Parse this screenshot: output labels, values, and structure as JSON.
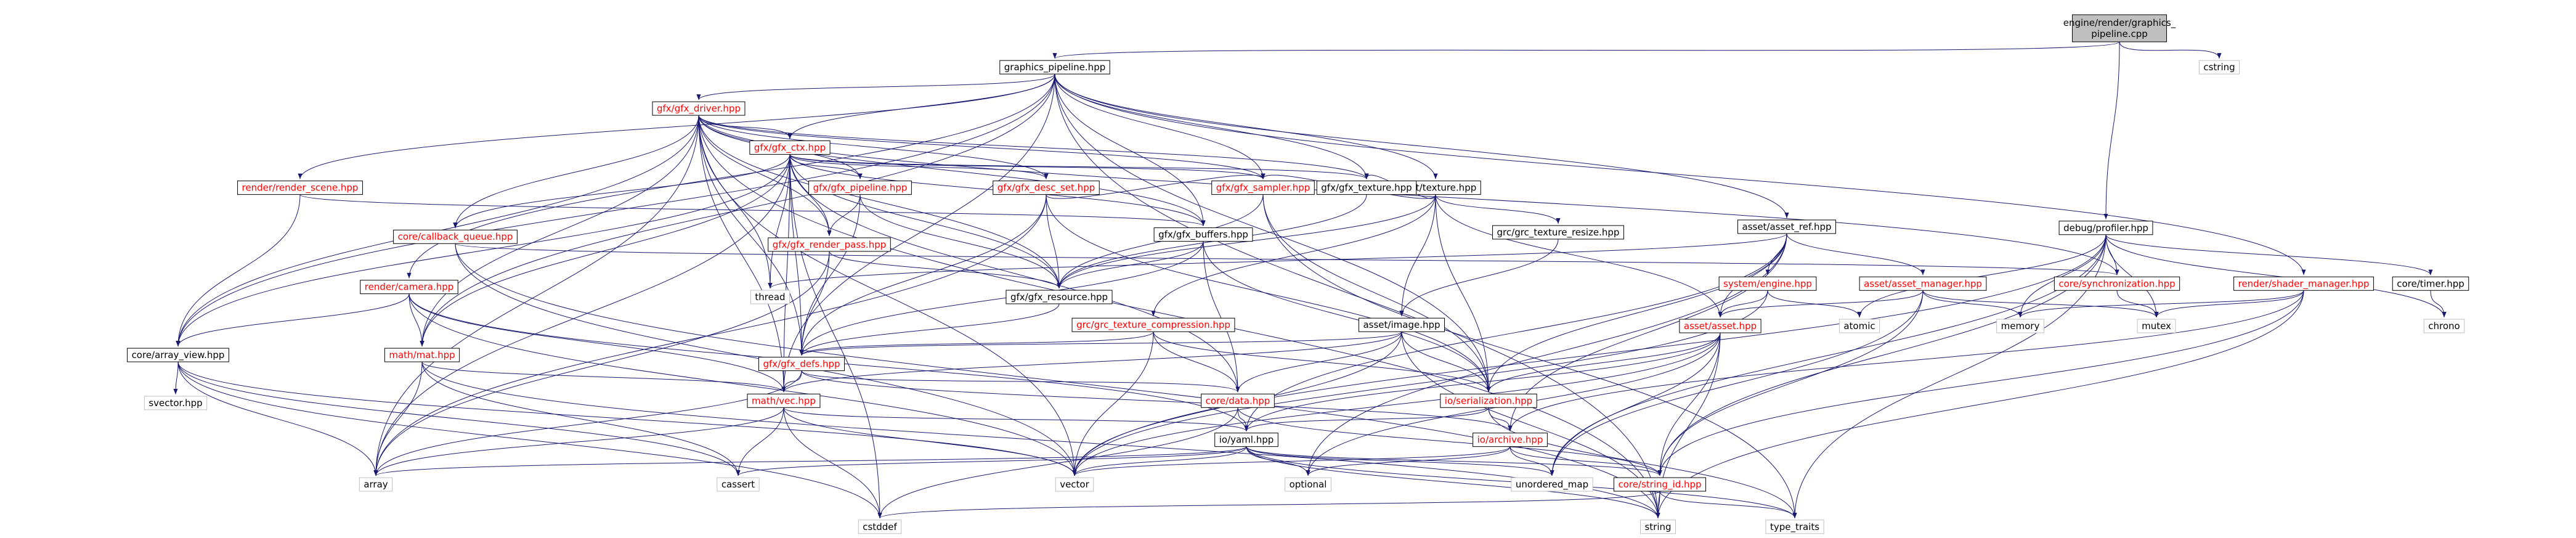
{
  "colors": {
    "edge": "#191970",
    "node_border": "#000000",
    "node_fill": "#ffffff",
    "root_fill": "#bfbfbf",
    "external_border": "#bfbfbf",
    "link_text": "#000000",
    "incomplete_text": "#ff0000"
  },
  "nodes": [
    {
      "id": "root",
      "label": "engine/render/graphics_pipeline.cpp",
      "kind": "root"
    },
    {
      "id": "graphics_pipeline",
      "label": "graphics_pipeline.hpp",
      "kind": "file"
    },
    {
      "id": "cstring",
      "label": "cstring",
      "kind": "external"
    },
    {
      "id": "profiler",
      "label": "debug/profiler.hpp",
      "kind": "file"
    },
    {
      "id": "gfx_driver",
      "label": "gfx/gfx_driver.hpp",
      "kind": "incomplete"
    },
    {
      "id": "gfx_ctx",
      "label": "gfx/gfx_ctx.hpp",
      "kind": "incomplete"
    },
    {
      "id": "render_scene",
      "label": "render/render_scene.hpp",
      "kind": "incomplete"
    },
    {
      "id": "gfx_pipeline",
      "label": "gfx/gfx_pipeline.hpp",
      "kind": "incomplete"
    },
    {
      "id": "gfx_desc_set",
      "label": "gfx/gfx_desc_set.hpp",
      "kind": "incomplete"
    },
    {
      "id": "asset_texture",
      "label": "asset/texture.hpp",
      "kind": "file"
    },
    {
      "id": "asset_ref",
      "label": "asset/asset_ref.hpp",
      "kind": "file"
    },
    {
      "id": "callback_queue",
      "label": "core/callback_queue.hpp",
      "kind": "incomplete"
    },
    {
      "id": "gfx_render_pass",
      "label": "gfx/gfx_render_pass.hpp",
      "kind": "incomplete"
    },
    {
      "id": "gfx_buffers",
      "label": "gfx/gfx_buffers.hpp",
      "kind": "file"
    },
    {
      "id": "gfx_sampler",
      "label": "gfx/gfx_sampler.hpp",
      "kind": "incomplete"
    },
    {
      "id": "gfx_texture",
      "label": "gfx/gfx_texture.hpp",
      "kind": "file"
    },
    {
      "id": "texture_resize",
      "label": "grc/grc_texture_resize.hpp",
      "kind": "file"
    },
    {
      "id": "system_engine",
      "label": "system/engine.hpp",
      "kind": "incomplete"
    },
    {
      "id": "asset_manager",
      "label": "asset/asset_manager.hpp",
      "kind": "incomplete"
    },
    {
      "id": "core_sync",
      "label": "core/synchronization.hpp",
      "kind": "incomplete"
    },
    {
      "id": "shader_manager",
      "label": "render/shader_manager.hpp",
      "kind": "incomplete"
    },
    {
      "id": "core_timer",
      "label": "core/timer.hpp",
      "kind": "file"
    },
    {
      "id": "render_camera",
      "label": "render/camera.hpp",
      "kind": "incomplete"
    },
    {
      "id": "gfx_resource",
      "label": "gfx/gfx_resource.hpp",
      "kind": "file"
    },
    {
      "id": "thread",
      "label": "thread",
      "kind": "external"
    },
    {
      "id": "texture_compression",
      "label": "grc/grc_texture_compression.hpp",
      "kind": "incomplete"
    },
    {
      "id": "asset_image",
      "label": "asset/image.hpp",
      "kind": "file"
    },
    {
      "id": "array_view",
      "label": "core/array_view.hpp",
      "kind": "file"
    },
    {
      "id": "gfx_defs",
      "label": "gfx/gfx_defs.hpp",
      "kind": "incomplete"
    },
    {
      "id": "asset_asset",
      "label": "asset/asset.hpp",
      "kind": "incomplete"
    },
    {
      "id": "atomic",
      "label": "atomic",
      "kind": "external"
    },
    {
      "id": "memory",
      "label": "memory",
      "kind": "external"
    },
    {
      "id": "mutex",
      "label": "mutex",
      "kind": "external"
    },
    {
      "id": "chrono",
      "label": "chrono",
      "kind": "external"
    },
    {
      "id": "math_mat",
      "label": "math/mat.hpp",
      "kind": "incomplete"
    },
    {
      "id": "svector",
      "label": "svector.hpp",
      "kind": "external"
    },
    {
      "id": "math_vec",
      "label": "math/vec.hpp",
      "kind": "incomplete"
    },
    {
      "id": "core_data",
      "label": "core/data.hpp",
      "kind": "incomplete"
    },
    {
      "id": "io_serialization",
      "label": "io/serialization.hpp",
      "kind": "incomplete"
    },
    {
      "id": "io_yaml",
      "label": "io/yaml.hpp",
      "kind": "file"
    },
    {
      "id": "io_archive",
      "label": "io/archive.hpp",
      "kind": "incomplete"
    },
    {
      "id": "array",
      "label": "array",
      "kind": "external"
    },
    {
      "id": "cassert",
      "label": "cassert",
      "kind": "external"
    },
    {
      "id": "vector",
      "label": "vector",
      "kind": "external"
    },
    {
      "id": "optional",
      "label": "optional",
      "kind": "external"
    },
    {
      "id": "unordered_map",
      "label": "unordered_map",
      "kind": "external"
    },
    {
      "id": "string_id",
      "label": "core/string_id.hpp",
      "kind": "incomplete"
    },
    {
      "id": "cstddef",
      "label": "cstddef",
      "kind": "external"
    },
    {
      "id": "string",
      "label": "string",
      "kind": "external"
    },
    {
      "id": "type_traits",
      "label": "type_traits",
      "kind": "external"
    }
  ],
  "edges": [
    [
      "root",
      "graphics_pipeline"
    ],
    [
      "root",
      "cstring"
    ],
    [
      "root",
      "profiler"
    ],
    [
      "graphics_pipeline",
      "gfx_driver"
    ],
    [
      "graphics_pipeline",
      "gfx_ctx"
    ],
    [
      "graphics_pipeline",
      "render_scene"
    ],
    [
      "graphics_pipeline",
      "asset_texture"
    ],
    [
      "graphics_pipeline",
      "asset_ref"
    ],
    [
      "graphics_pipeline",
      "gfx_buffers"
    ],
    [
      "graphics_pipeline",
      "gfx_sampler"
    ],
    [
      "graphics_pipeline",
      "gfx_texture"
    ],
    [
      "graphics_pipeline",
      "shader_manager"
    ],
    [
      "graphics_pipeline",
      "render_camera"
    ],
    [
      "graphics_pipeline",
      "array_view"
    ],
    [
      "graphics_pipeline",
      "math_mat"
    ],
    [
      "graphics_pipeline",
      "math_vec"
    ],
    [
      "graphics_pipeline",
      "io_serialization"
    ],
    [
      "graphics_pipeline",
      "string"
    ],
    [
      "gfx_driver",
      "gfx_ctx"
    ],
    [
      "gfx_driver",
      "gfx_pipeline"
    ],
    [
      "gfx_driver",
      "gfx_desc_set"
    ],
    [
      "gfx_driver",
      "callback_queue"
    ],
    [
      "gfx_driver",
      "gfx_render_pass"
    ],
    [
      "gfx_driver",
      "gfx_buffers"
    ],
    [
      "gfx_driver",
      "gfx_sampler"
    ],
    [
      "gfx_driver",
      "gfx_texture"
    ],
    [
      "gfx_driver",
      "gfx_resource"
    ],
    [
      "gfx_driver",
      "thread"
    ],
    [
      "gfx_driver",
      "array_view"
    ],
    [
      "gfx_driver",
      "gfx_defs"
    ],
    [
      "gfx_driver",
      "math_mat"
    ],
    [
      "gfx_driver",
      "math_vec"
    ],
    [
      "gfx_driver",
      "core_sync"
    ],
    [
      "gfx_driver",
      "array"
    ],
    [
      "gfx_driver",
      "vector"
    ],
    [
      "gfx_driver",
      "string"
    ],
    [
      "gfx_ctx",
      "gfx_pipeline"
    ],
    [
      "gfx_ctx",
      "gfx_desc_set"
    ],
    [
      "gfx_ctx",
      "callback_queue"
    ],
    [
      "gfx_ctx",
      "gfx_render_pass"
    ],
    [
      "gfx_ctx",
      "gfx_buffers"
    ],
    [
      "gfx_ctx",
      "gfx_sampler"
    ],
    [
      "gfx_ctx",
      "gfx_texture"
    ],
    [
      "gfx_ctx",
      "gfx_resource"
    ],
    [
      "gfx_ctx",
      "thread"
    ],
    [
      "gfx_ctx",
      "gfx_defs"
    ],
    [
      "gfx_ctx",
      "math_mat"
    ],
    [
      "gfx_ctx",
      "math_vec"
    ],
    [
      "gfx_ctx",
      "core_data"
    ],
    [
      "gfx_ctx",
      "array_view"
    ],
    [
      "gfx_ctx",
      "array"
    ],
    [
      "gfx_ctx",
      "cstddef"
    ],
    [
      "render_scene",
      "gfx_buffers"
    ],
    [
      "render_scene",
      "array_view"
    ],
    [
      "gfx_pipeline",
      "gfx_render_pass"
    ],
    [
      "gfx_pipeline",
      "gfx_resource"
    ],
    [
      "gfx_pipeline",
      "gfx_defs"
    ],
    [
      "gfx_desc_set",
      "gfx_sampler"
    ],
    [
      "gfx_desc_set",
      "gfx_resource"
    ],
    [
      "gfx_desc_set",
      "gfx_defs"
    ],
    [
      "gfx_desc_set",
      "io_serialization"
    ],
    [
      "gfx_desc_set",
      "array"
    ],
    [
      "asset_texture",
      "gfx_sampler"
    ],
    [
      "asset_texture",
      "gfx_texture"
    ],
    [
      "asset_texture",
      "texture_resize"
    ],
    [
      "asset_texture",
      "texture_compression"
    ],
    [
      "asset_texture",
      "asset_image"
    ],
    [
      "asset_texture",
      "asset_asset"
    ],
    [
      "asset_texture",
      "io_serialization"
    ],
    [
      "asset_texture",
      "gfx_resource"
    ],
    [
      "asset_ref",
      "asset_manager"
    ],
    [
      "asset_ref",
      "system_engine"
    ],
    [
      "asset_ref",
      "asset_asset"
    ],
    [
      "asset_ref",
      "io_archive"
    ],
    [
      "asset_ref",
      "io_serialization"
    ],
    [
      "asset_ref",
      "io_yaml"
    ],
    [
      "asset_ref",
      "thread"
    ],
    [
      "asset_ref",
      "optional"
    ],
    [
      "callback_queue",
      "vector"
    ],
    [
      "callback_queue",
      "core_sync"
    ],
    [
      "callback_queue",
      "string"
    ],
    [
      "gfx_render_pass",
      "gfx_resource"
    ],
    [
      "gfx_render_pass",
      "gfx_defs"
    ],
    [
      "gfx_render_pass",
      "array"
    ],
    [
      "gfx_buffers",
      "gfx_resource"
    ],
    [
      "gfx_buffers",
      "gfx_defs"
    ],
    [
      "gfx_buffers",
      "core_data"
    ],
    [
      "gfx_buffers",
      "io_serialization"
    ],
    [
      "gfx_sampler",
      "gfx_resource"
    ],
    [
      "gfx_sampler",
      "io_serialization"
    ],
    [
      "gfx_sampler",
      "type_traits"
    ],
    [
      "gfx_texture",
      "gfx_resource"
    ],
    [
      "texture_resize",
      "asset_image"
    ],
    [
      "system_engine",
      "asset_asset"
    ],
    [
      "system_engine",
      "atomic"
    ],
    [
      "system_engine",
      "vector"
    ],
    [
      "asset_manager",
      "asset_asset"
    ],
    [
      "asset_manager",
      "memory"
    ],
    [
      "asset_manager",
      "mutex"
    ],
    [
      "asset_manager",
      "unordered_map"
    ],
    [
      "asset_manager",
      "string_id"
    ],
    [
      "core_sync",
      "mutex"
    ],
    [
      "shader_manager",
      "memory"
    ],
    [
      "shader_manager",
      "mutex"
    ],
    [
      "shader_manager",
      "io_archive"
    ],
    [
      "shader_manager",
      "string"
    ],
    [
      "shader_manager",
      "string_id"
    ],
    [
      "core_timer",
      "chrono"
    ],
    [
      "profiler",
      "core_timer"
    ],
    [
      "profiler",
      "core_sync"
    ],
    [
      "profiler",
      "chrono"
    ],
    [
      "profiler",
      "atomic"
    ],
    [
      "profiler",
      "memory"
    ],
    [
      "profiler",
      "mutex"
    ],
    [
      "profiler",
      "unordered_map"
    ],
    [
      "profiler",
      "string_id"
    ],
    [
      "profiler",
      "type_traits"
    ],
    [
      "profiler",
      "vector"
    ],
    [
      "render_camera",
      "array_view"
    ],
    [
      "render_camera",
      "math_mat"
    ],
    [
      "render_camera",
      "math_vec"
    ],
    [
      "render_camera",
      "io_yaml"
    ],
    [
      "render_camera",
      "vector"
    ],
    [
      "gfx_resource",
      "gfx_defs"
    ],
    [
      "texture_compression",
      "gfx_defs"
    ],
    [
      "texture_compression",
      "core_data"
    ],
    [
      "texture_compression",
      "io_serialization"
    ],
    [
      "texture_compression",
      "vector"
    ],
    [
      "asset_image",
      "gfx_defs"
    ],
    [
      "asset_image",
      "math_vec"
    ],
    [
      "asset_image",
      "core_data"
    ],
    [
      "asset_image",
      "io_serialization"
    ],
    [
      "asset_image",
      "vector"
    ],
    [
      "asset_image",
      "string"
    ],
    [
      "array_view",
      "svector"
    ],
    [
      "array_view",
      "array"
    ],
    [
      "array_view",
      "vector"
    ],
    [
      "array_view",
      "cstddef"
    ],
    [
      "array_view",
      "cassert"
    ],
    [
      "gfx_defs",
      "math_vec"
    ],
    [
      "gfx_defs",
      "core_data"
    ],
    [
      "gfx_defs",
      "io_archive"
    ],
    [
      "gfx_defs",
      "array"
    ],
    [
      "asset_asset",
      "io_serialization"
    ],
    [
      "asset_asset",
      "io_yaml"
    ],
    [
      "asset_asset",
      "string_id"
    ],
    [
      "asset_asset",
      "vector"
    ],
    [
      "asset_asset",
      "optional"
    ],
    [
      "asset_asset",
      "unordered_map"
    ],
    [
      "asset_asset",
      "string"
    ],
    [
      "math_mat",
      "math_vec"
    ],
    [
      "math_mat",
      "array"
    ],
    [
      "math_mat",
      "cassert"
    ],
    [
      "math_mat",
      "string"
    ],
    [
      "math_vec",
      "io_yaml"
    ],
    [
      "math_vec",
      "array"
    ],
    [
      "math_vec",
      "cassert"
    ],
    [
      "math_vec",
      "cstddef"
    ],
    [
      "math_vec",
      "vector"
    ],
    [
      "core_data",
      "io_yaml"
    ],
    [
      "core_data",
      "string_id"
    ],
    [
      "core_data",
      "cstddef"
    ],
    [
      "io_serialization",
      "io_archive"
    ],
    [
      "io_serialization",
      "io_yaml"
    ],
    [
      "io_serialization",
      "type_traits"
    ],
    [
      "io_yaml",
      "array"
    ],
    [
      "io_yaml",
      "cassert"
    ],
    [
      "io_yaml",
      "vector"
    ],
    [
      "io_yaml",
      "optional"
    ],
    [
      "io_yaml",
      "unordered_map"
    ],
    [
      "io_yaml",
      "string_id"
    ],
    [
      "io_yaml",
      "type_traits"
    ],
    [
      "io_yaml",
      "string"
    ],
    [
      "io_archive",
      "vector"
    ],
    [
      "io_archive",
      "optional"
    ],
    [
      "io_archive",
      "unordered_map"
    ],
    [
      "io_archive",
      "string_id"
    ],
    [
      "string_id",
      "string"
    ],
    [
      "string_id",
      "type_traits"
    ],
    [
      "string_id",
      "cstddef"
    ]
  ]
}
